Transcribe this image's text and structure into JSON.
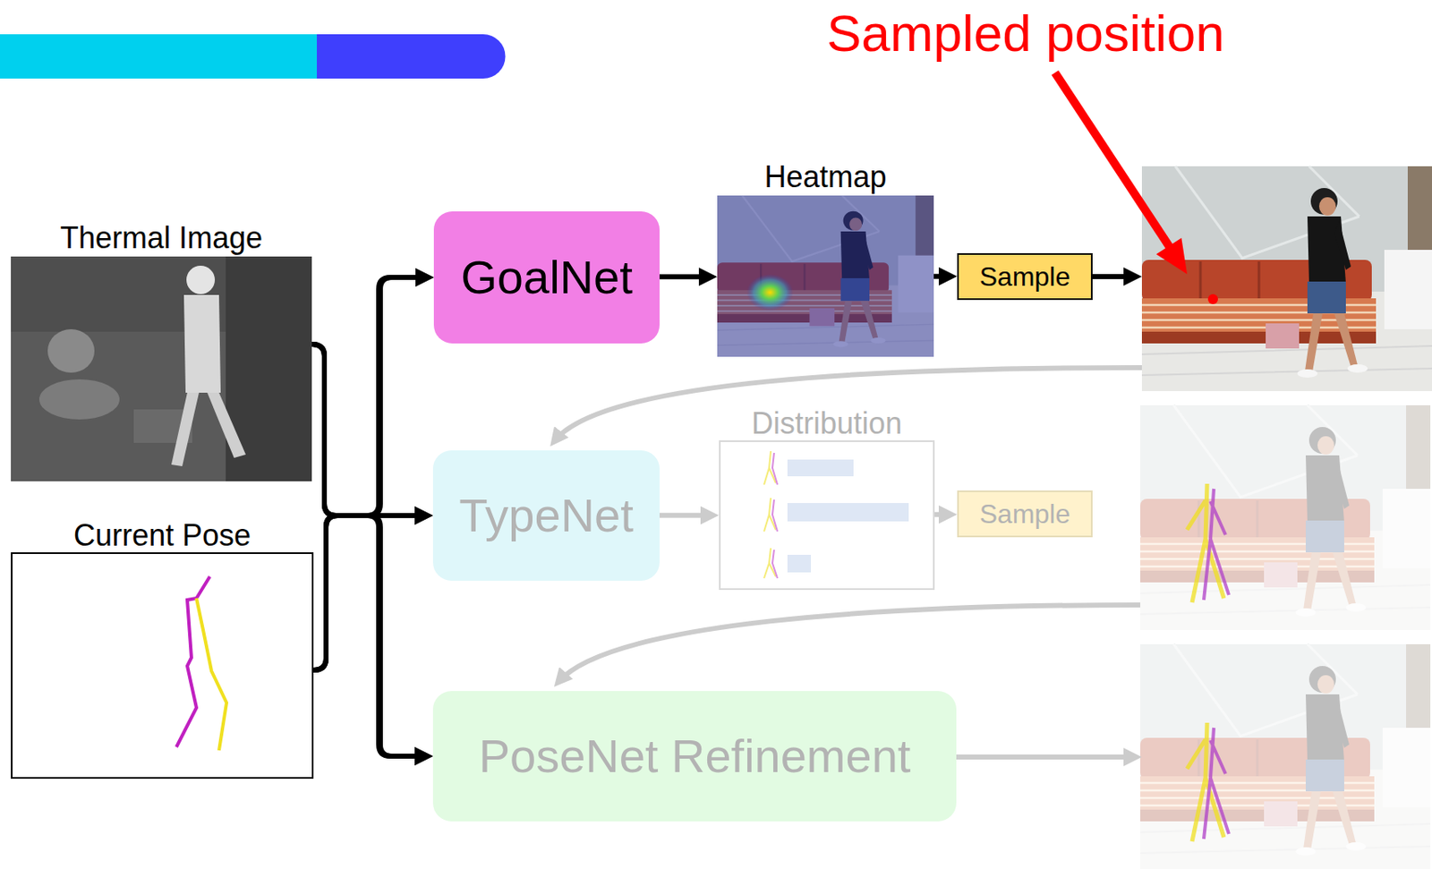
{
  "diagram": {
    "nodes": [
      {
        "text": [
          "Thermal Image"
        ]
      },
      {
        "text": [
          "Current Pose"
        ]
      },
      {
        "text": [
          "GoalNet"
        ]
      },
      {
        "text": [
          "Heatmap"
        ]
      },
      {
        "text": [
          "Sample"
        ]
      },
      {
        "text": [
          "TypeNet"
        ]
      },
      {
        "text": [
          "Distribution"
        ]
      },
      {
        "text": [
          "Sample"
        ]
      },
      {
        "text": [
          "PoseNet Refinement"
        ]
      }
    ],
    "edges": [
      {
        "from": 0,
        "to": 2,
        "arrow": "to"
      },
      {
        "from": 0,
        "to": 5,
        "arrow": "to"
      },
      {
        "from": 0,
        "to": 8,
        "arrow": "to"
      },
      {
        "from": 1,
        "to": 2,
        "arrow": "to"
      },
      {
        "from": 1,
        "to": 5,
        "arrow": "to"
      },
      {
        "from": 1,
        "to": 8,
        "arrow": "to"
      },
      {
        "from": 2,
        "to": 3,
        "arrow": "to"
      },
      {
        "from": 3,
        "to": 4,
        "arrow": "to"
      },
      {
        "from": 5,
        "to": 6,
        "arrow": "to"
      },
      {
        "from": 6,
        "to": 7,
        "arrow": "to"
      }
    ],
    "labels": [
      "Sampled position"
    ]
  }
}
